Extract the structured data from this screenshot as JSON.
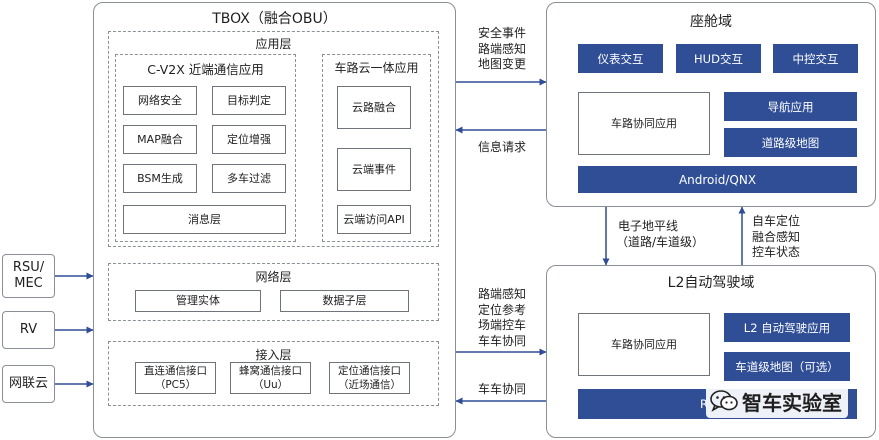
{
  "tbox": {
    "title": "TBOX（融合OBU）",
    "app_layer": {
      "title": "应用层",
      "cv2x": {
        "title": "C-V2X 近端通信应用",
        "items": [
          "网络安全",
          "目标判定",
          "MAP融合",
          "定位增强",
          "BSM生成",
          "多车过滤"
        ],
        "message_layer": "消息层"
      },
      "cloud": {
        "title": "车路云一体应用",
        "items": [
          "云路融合",
          "云端事件",
          "云端访问API"
        ]
      }
    },
    "network_layer": {
      "title": "网络层",
      "items": [
        "管理实体",
        "数据子层"
      ]
    },
    "access_layer": {
      "title": "接入层",
      "items": [
        {
          "line1": "直连通信接口",
          "line2": "（PC5）"
        },
        {
          "line1": "蜂窝通信接口",
          "line2": "（Uu）"
        },
        {
          "line1": "定位通信接口",
          "line2": "（近场通信）"
        }
      ]
    }
  },
  "external": [
    {
      "line1": "RSU/",
      "line2": "MEC"
    },
    {
      "line1": "RV",
      "line2": ""
    },
    {
      "line1": "网联云",
      "line2": ""
    }
  ],
  "cockpit": {
    "title": "座舱域",
    "top_items": [
      "仪表交互",
      "HUD交互",
      "中控交互"
    ],
    "v2x_app": "车路协同应用",
    "nav_app": "导航应用",
    "lane_map": "道路级地图",
    "os": "Android/QNX"
  },
  "adas": {
    "title": "L2自动驾驶域",
    "v2x_app": "车路协同应用",
    "l2_app": "L2 自动驾驶应用",
    "lane_map": "车道级地图（可选）",
    "bottom_bar_visible": "R"
  },
  "flows": {
    "tbox_to_cockpit": [
      "安全事件",
      "路端感知",
      "地图变更"
    ],
    "cockpit_to_tbox": "信息请求",
    "cockpit_to_adas": [
      "电子地平线",
      "（道路/车道级）"
    ],
    "adas_to_cockpit": [
      "自车定位",
      "融合感知",
      "控车状态"
    ],
    "tbox_to_adas": [
      "路端感知",
      "定位参考",
      "场端控车",
      "车车协同"
    ],
    "adas_to_tbox": "车车协同"
  },
  "watermark": "智车实验室",
  "colors": {
    "accent_blue": "#2f4e96",
    "border_gray": "#8a8f98"
  }
}
